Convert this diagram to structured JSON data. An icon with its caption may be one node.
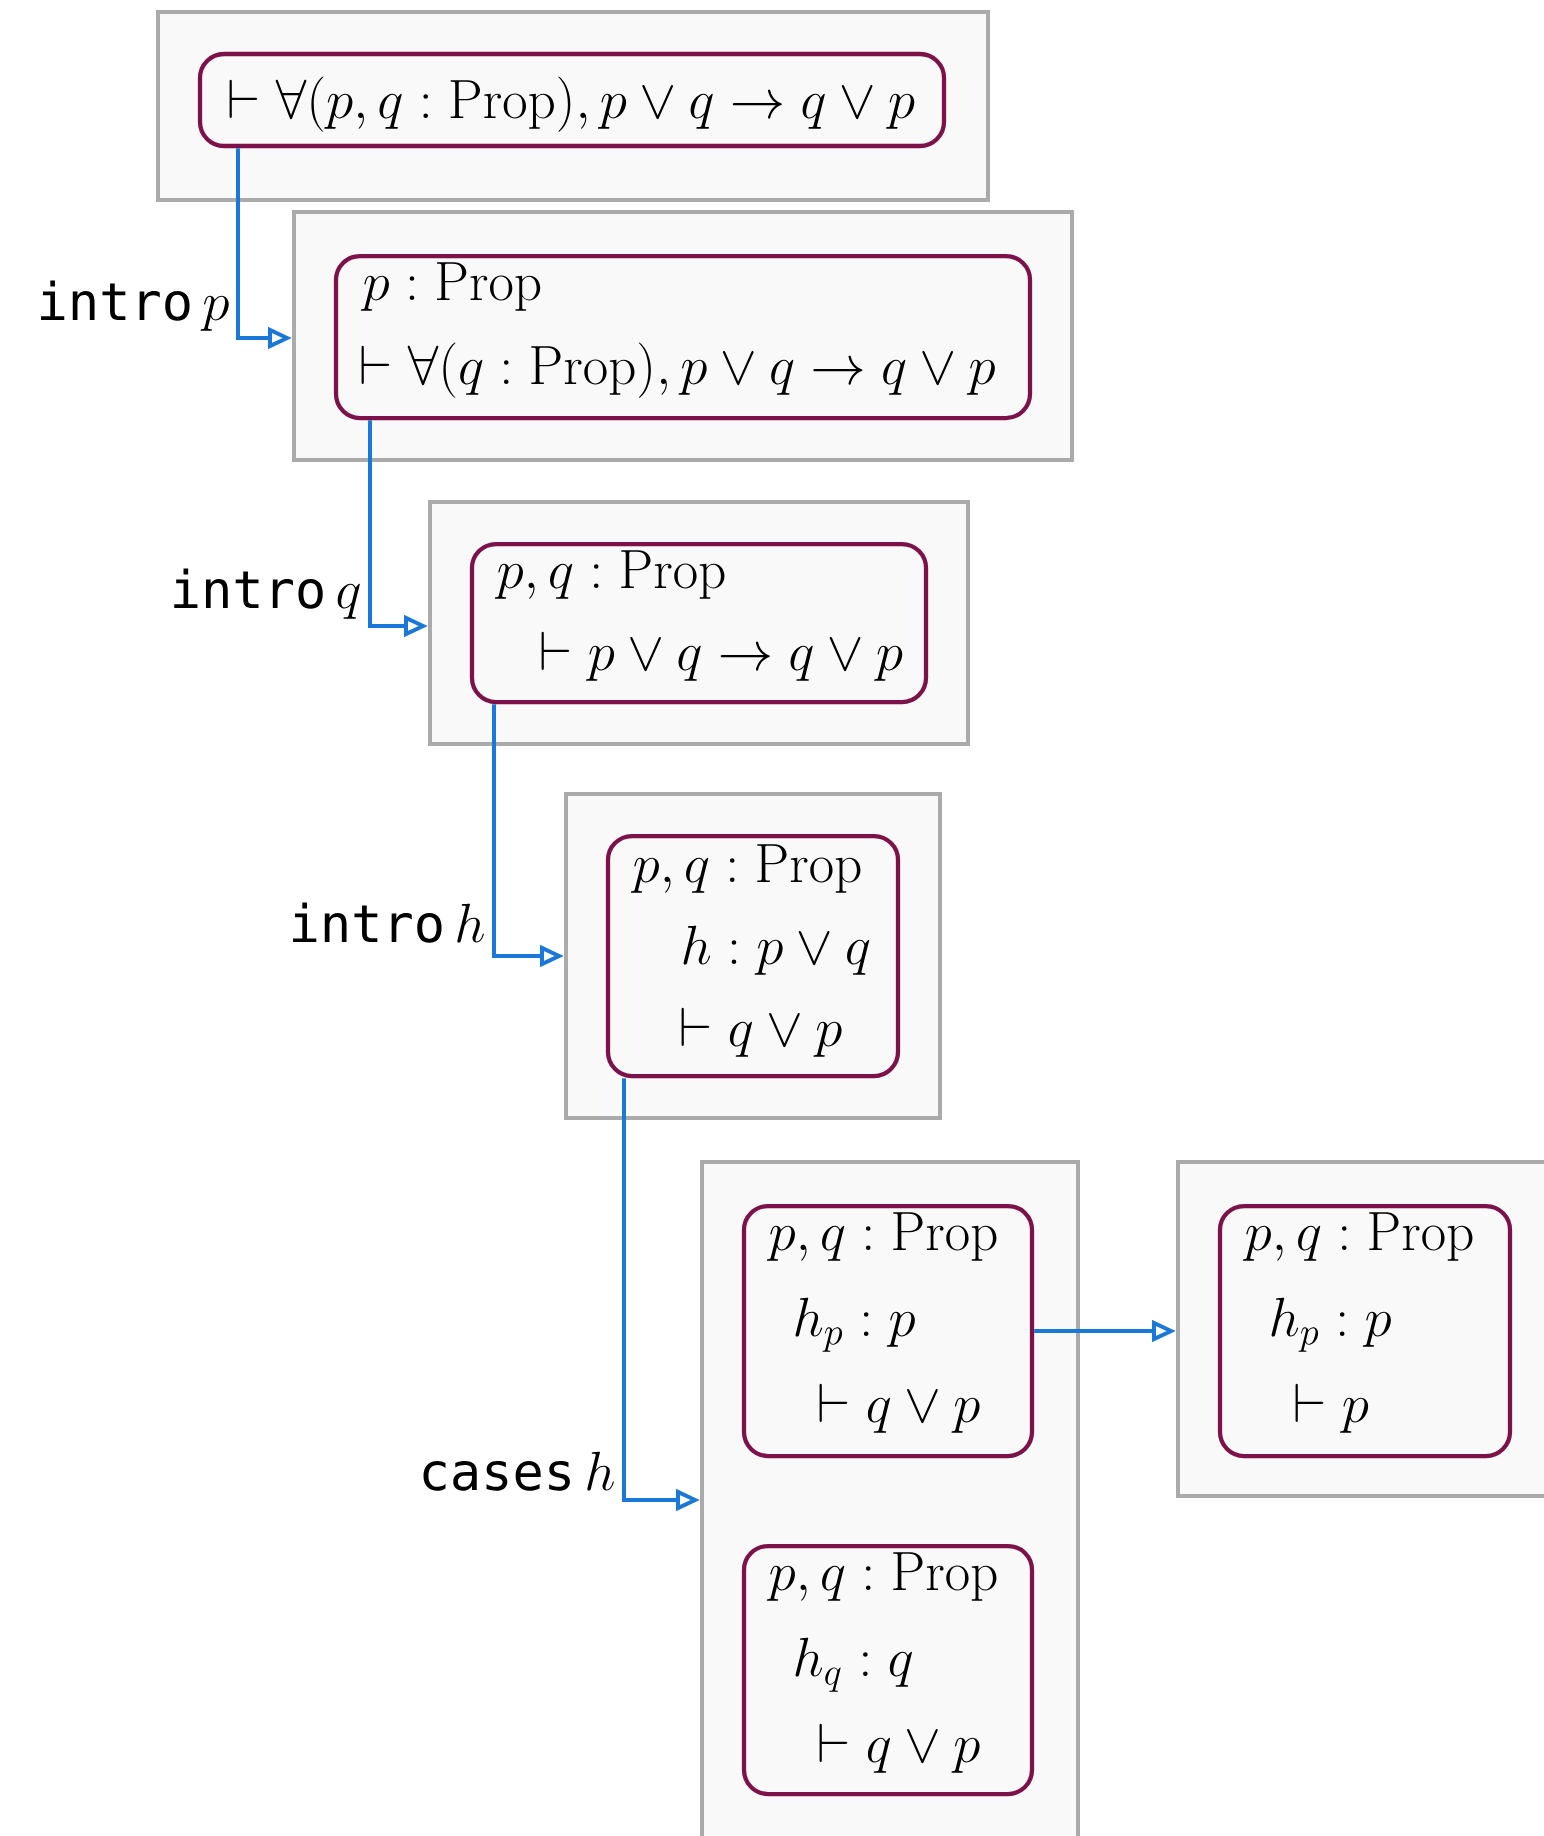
{
  "diagram": {
    "nodes": [
      {
        "text": [],
        "shape": "box"
      },
      {
        "text": [
          "\\vdash \\forall (p, q : \\mathrm{Prop}), p \\lor q \\to q \\lor p"
        ],
        "in": 0
      },
      {
        "text": [],
        "shape": "box"
      },
      {
        "text": [
          "p : \\mathrm{Prop}",
          "\\vdash \\forall (q : \\mathrm{Prop}), p \\lor q \\to q \\lor p"
        ],
        "in": 2
      },
      {
        "text": [],
        "shape": "box"
      },
      {
        "text": [
          "p, q : \\mathrm{Prop}",
          "\\vdash p \\lor q \\to q \\lor p"
        ],
        "in": 4
      },
      {
        "text": [],
        "shape": "box"
      },
      {
        "text": [
          "p, q : \\mathrm{Prop}",
          "h : p \\lor q",
          "\\vdash q \\lor p"
        ],
        "in": 6
      },
      {
        "text": [],
        "shape": "box"
      },
      {
        "text": [
          "p, q : \\mathrm{Prop}",
          "h_p : p",
          "\\vdash q \\lor p"
        ],
        "in": 8
      },
      {
        "text": [
          "p, q : \\mathrm{Prop}",
          "h_q : q",
          "\\vdash q \\lor p"
        ],
        "in": 8
      },
      {
        "text": [],
        "shape": "box"
      },
      {
        "text": [
          "p, q : \\mathrm{Prop}",
          "h_p : p",
          "\\vdash p"
        ],
        "in": 11
      }
    ],
    "edges": [
      {
        "from": 1,
        "to": 2,
        "arrow": "to",
        "label": "\\mbox{\\ttfamily intro}\\,p"
      },
      {
        "from": 3,
        "to": 4,
        "arrow": "to",
        "label": "\\mbox{\\ttfamily intro}\\,q"
      },
      {
        "from": 5,
        "to": 6,
        "arrow": "to",
        "label": "\\mbox{\\ttfamily intro}\\,h"
      },
      {
        "from": 7,
        "to": 8,
        "arrow": "to",
        "label": "\\mbox{\\ttfamily cases}\\,h"
      },
      {
        "from": 9,
        "to": 11,
        "arrow": "to"
      }
    ]
  }
}
